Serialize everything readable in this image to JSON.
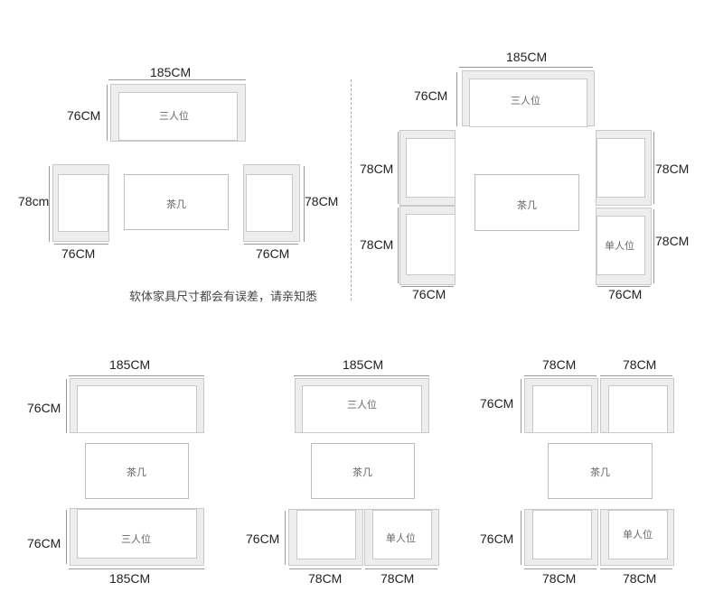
{
  "furniture": {
    "three_seat": "三人位",
    "coffee_table": "茶几",
    "single_seat": "单人位"
  },
  "dims": {
    "w185": "185CM",
    "h76": "76CM",
    "h78": "78CM",
    "h78_lower": "78cm",
    "w76": "76CM",
    "w78": "78CM"
  },
  "note": "软体家具尺寸都会有误差，请亲知悉"
}
